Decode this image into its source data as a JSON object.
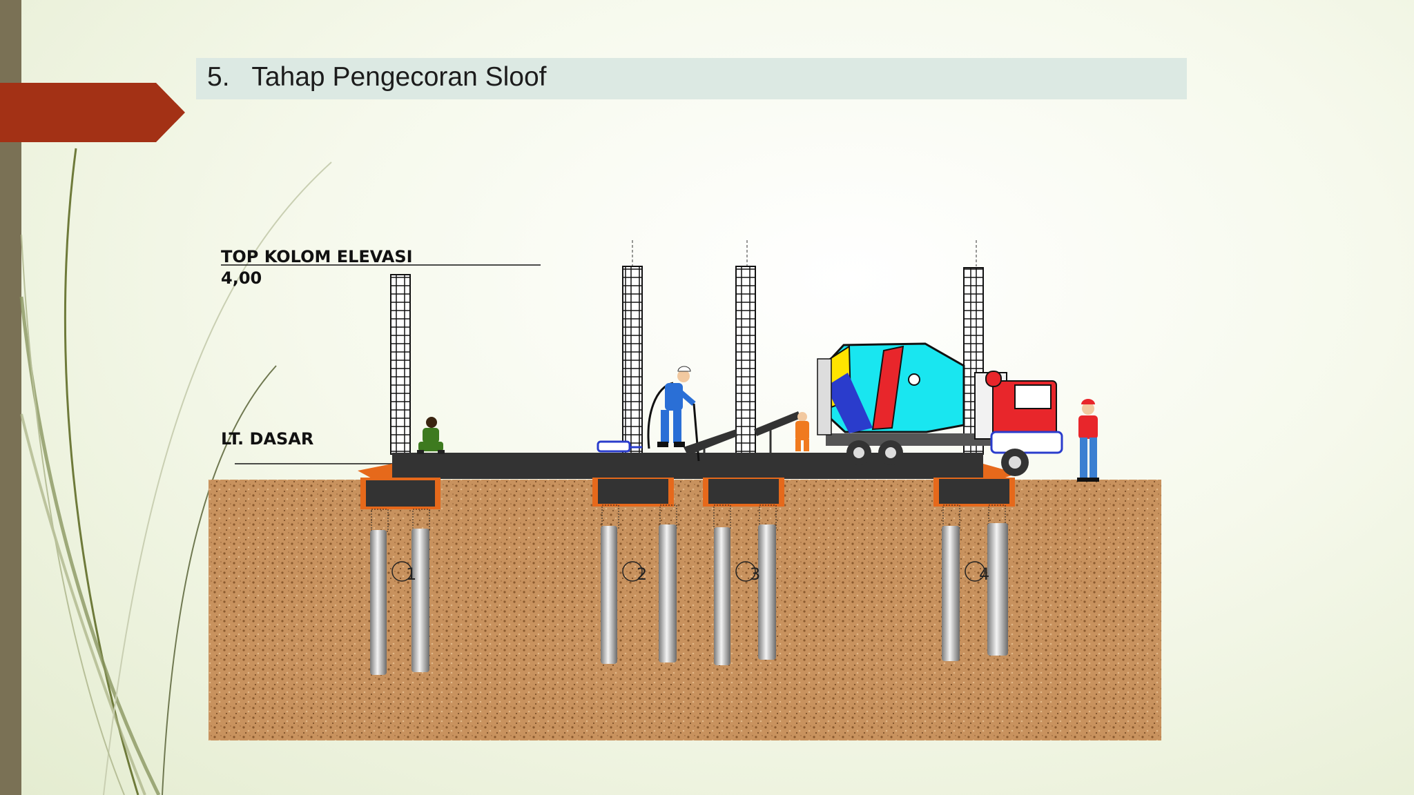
{
  "slide": {
    "title_number": "5.",
    "title_text": "Tahap Pengecoran Sloof"
  },
  "diagram": {
    "top_label_line1": "TOP  KOLOM  ELEVASI",
    "top_label_line2": "4,00",
    "floor_label": "LT. DASAR",
    "pile_labels": [
      "1",
      "2",
      "3",
      "4"
    ]
  },
  "colors": {
    "accent_red": "#a33115",
    "sidebar": "#7a7155",
    "soil": "#c8925e",
    "slab": "#333333",
    "truck_cab": "#e8262b",
    "mixer_drum": "#19e6f0"
  }
}
